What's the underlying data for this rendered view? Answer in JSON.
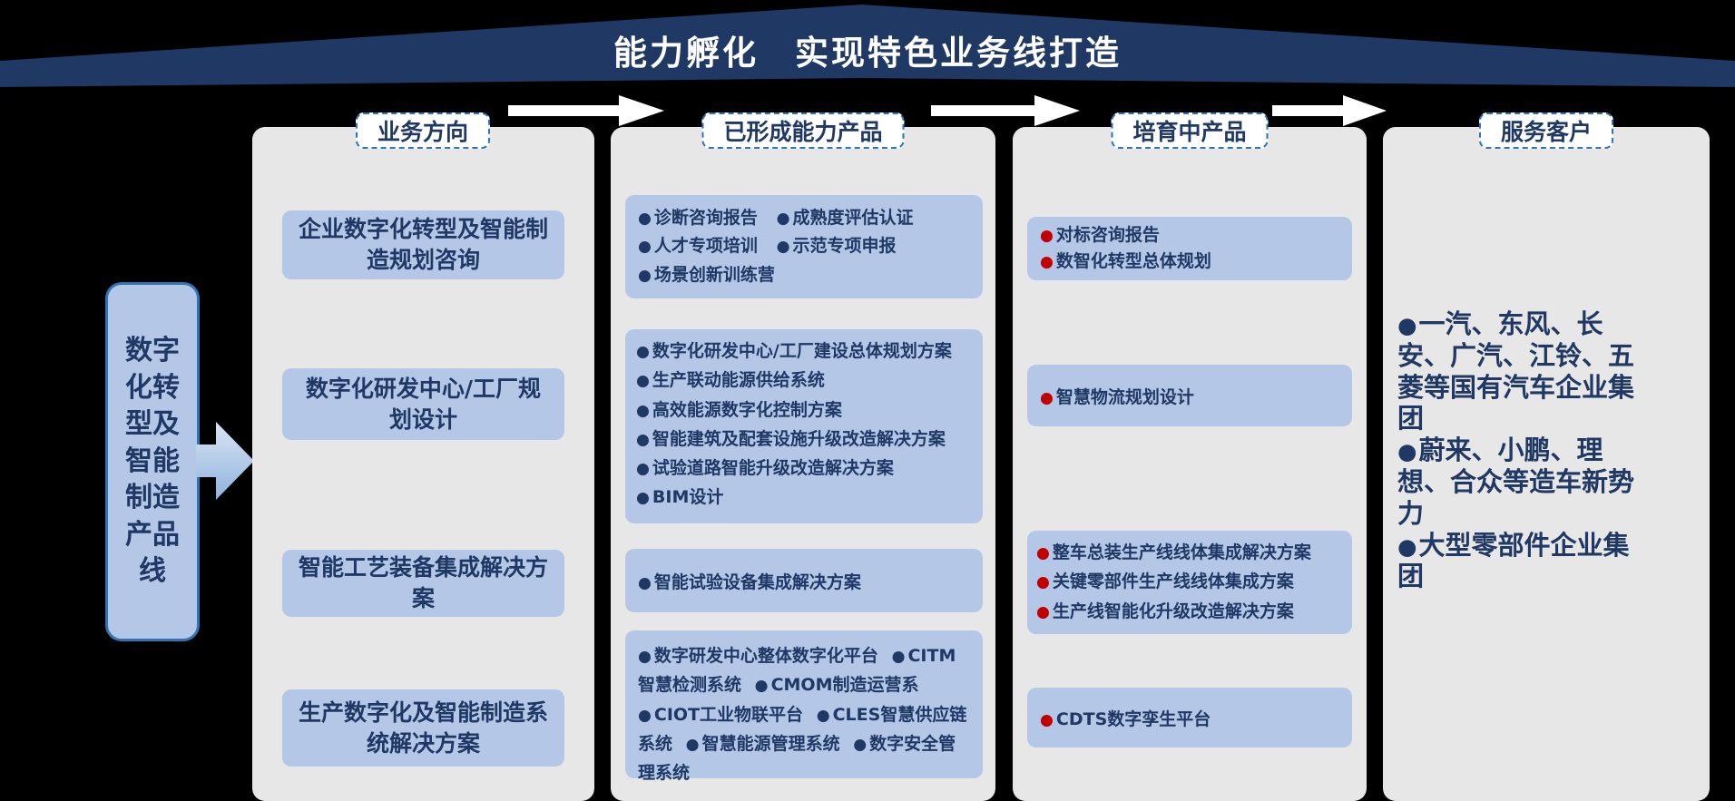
{
  "title": "能力孵化　实现特色业务线打造",
  "left_banner": {
    "label": "数字化转型及智能制造产品线"
  },
  "colors": {
    "background": "#000000",
    "roof_navy": "#1F3864",
    "column_gray": "#E8E7E7",
    "box_blue": "#B4C7E7",
    "text_navy": "#1F3864",
    "bullet_red": "#C00000",
    "header_border_blue": "#2E75B6",
    "arrow_white": "#FFFFFF"
  },
  "columns": [
    {
      "header": "业务方向",
      "boxes": [
        {
          "title": "企业数字化转型及智能制造规划咨询"
        },
        {
          "title": "数字化研发中心/工厂规划设计"
        },
        {
          "title": "智能工艺装备集成解决方案"
        },
        {
          "title": "生产数字化及智能制造系统解决方案"
        }
      ]
    },
    {
      "header": "已形成能力产品",
      "boxes": [
        {
          "items": [
            "诊断咨询报告",
            "成熟度评估认证",
            "人才专项培训",
            "示范专项申报",
            "场景创新训练营"
          ]
        },
        {
          "items": [
            "数字化研发中心/工厂建设总体规划方案",
            "生产联动能源供给系统",
            "高效能源数字化控制方案",
            "智能建筑及配套设施升级改造解决方案",
            "试验道路智能升级改造解决方案",
            "BIM设计"
          ]
        },
        {
          "items": [
            "智能试验设备集成解决方案"
          ]
        },
        {
          "items": [
            "数字研发中心整体数字化平台",
            "CITM智慧检测系统",
            "CMOM制造运营系",
            "CIOT工业物联平台",
            "CLES智慧供应链系统",
            "智慧能源管理系统",
            "数字安全管理系统"
          ]
        }
      ]
    },
    {
      "header": "培育中产品",
      "boxes": [
        {
          "items": [
            "对标咨询报告",
            "数智化转型总体规划"
          ]
        },
        {
          "items": [
            "智慧物流规划设计"
          ]
        },
        {
          "items": [
            "整车总装生产线线体集成解决方案",
            "关键零部件生产线线体集成方案",
            "生产线智能化升级改造解决方案"
          ]
        },
        {
          "items": [
            "CDTS数字孪生平台"
          ]
        }
      ]
    },
    {
      "header": "服务客户",
      "items": [
        "一汽、东风、长安、广汽、江铃、五菱等国有汽车企业集团",
        "蔚来、小鹏、理想、合众等造车新势力",
        "大型零部件企业集团"
      ]
    }
  ]
}
